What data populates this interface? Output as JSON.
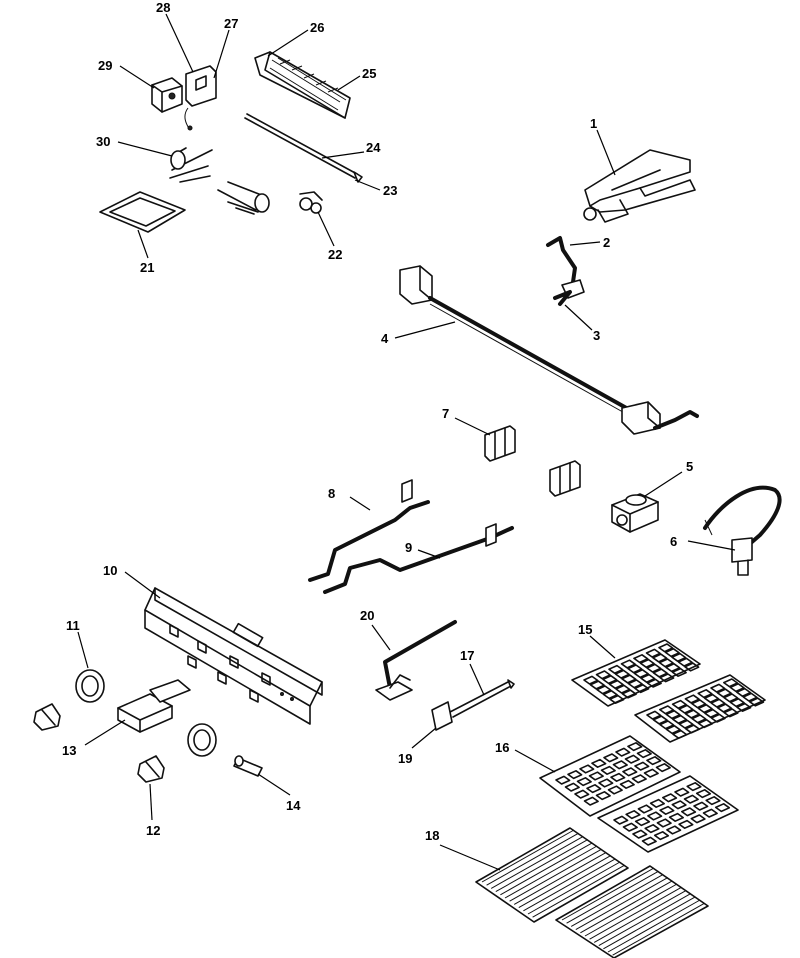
{
  "callouts": {
    "c1": "1",
    "c2": "2",
    "c3": "3",
    "c4": "4",
    "c5": "5",
    "c6": "6",
    "c7": "7",
    "c8": "8",
    "c9": "9",
    "c10": "10",
    "c11": "11",
    "c12": "12",
    "c13": "13",
    "c14": "14",
    "c15": "15",
    "c16": "16",
    "c17": "17",
    "c18": "18",
    "c19": "19",
    "c20": "20",
    "c21": "21",
    "c22": "22",
    "c23": "23",
    "c24": "24",
    "c25": "25",
    "c26": "26",
    "c27": "27",
    "c28": "28",
    "c29": "29",
    "c30": "30"
  },
  "colors": {
    "line": "#111111",
    "background": "#ffffff"
  }
}
